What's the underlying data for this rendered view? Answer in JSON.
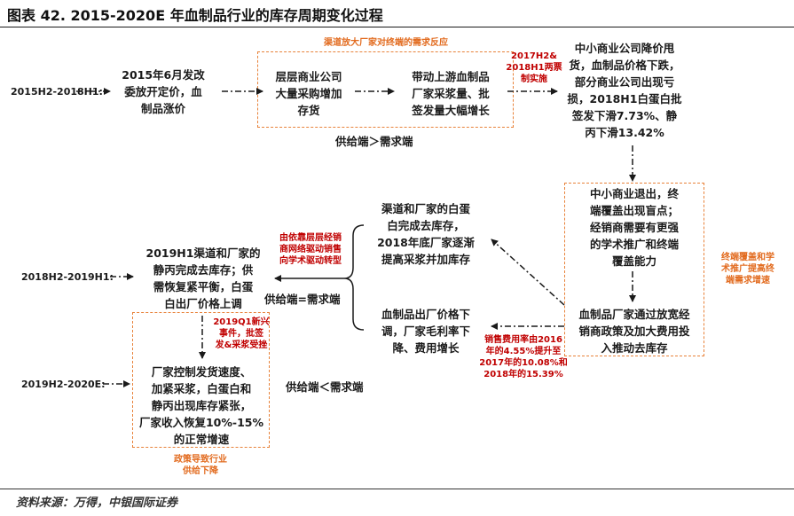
{
  "title": "图表 42. 2015-2020E 年血制品行业的库存周期变化过程",
  "periods": {
    "p1": "2015H2-2018H1:",
    "p2": "2018H2-2019H1:",
    "p3": "2019H2-2020E:"
  },
  "notes": {
    "channel_feedback": "渠道放大厂家对终端的需求反应",
    "two_invoice": "2017H2&\n2018H1两票\n制实施",
    "distributor_driven": "由依靠层层经销\n商网络驱动销售\n向学术驱动转型",
    "new_event": "2019Q1新兴\n事件，批签\n发&采浆受挫",
    "terminal_coverage": "终端覆盖和学\n术推广提高终\n端需求增速",
    "policy_guide": "政策导致行业\n供给下降",
    "sales_expense": "销售费用率由2016\n年的4.55%提升至\n2017年的10.08%和\n2018年的15.39%"
  },
  "nodes": {
    "price_rise": "2015年6月发改\n委放开定价，血\n制品涨价",
    "bulk_purchase": "层层商业公司\n大量采购增加\n存货",
    "upstream": "带动上游血制品\n厂家采浆量、批\n签发量大幅增长",
    "price_dump": "中小商业公司降价甩\n货，血制品价格下跌，\n部分商业公司出现亏\n损，2018H1白蛋白批\n签发下滑7.73%、静\n丙下滑13.42%",
    "exit": "中小商业退出，终\n端覆盖出现盲点；\n经销商需要有更强\n的学术推广和终端\n覆盖能力",
    "manufacturer_policy": "血制品厂家通过放宽经\n销商政策及加大费用投\n入推动去库存",
    "margin_down": "血制品出厂价格下\n调，厂家毛利率下\n降、费用增长",
    "albumin_destock": "渠道和厂家的白蛋\n白完成去库存，\n2018年底厂家逐渐\n提高采浆并加库存",
    "balance_2019": "2019H1渠道和厂家的\n静丙完成去库存；供\n需恢复紧平衡，白蛋\n白出厂价格上调",
    "tight_2020": "厂家控制发货速度、\n加紧采浆，白蛋白和\n静丙出现库存紧张，\n厂家收入恢复10%-15%\n的正常增速"
  },
  "relations": {
    "supply_gt_demand": "供给端＞需求端",
    "supply_eq_demand": "供给端=需求端",
    "supply_lt_demand": "供给端＜需求端"
  },
  "source": "资料来源：万得，中银国际证券"
}
